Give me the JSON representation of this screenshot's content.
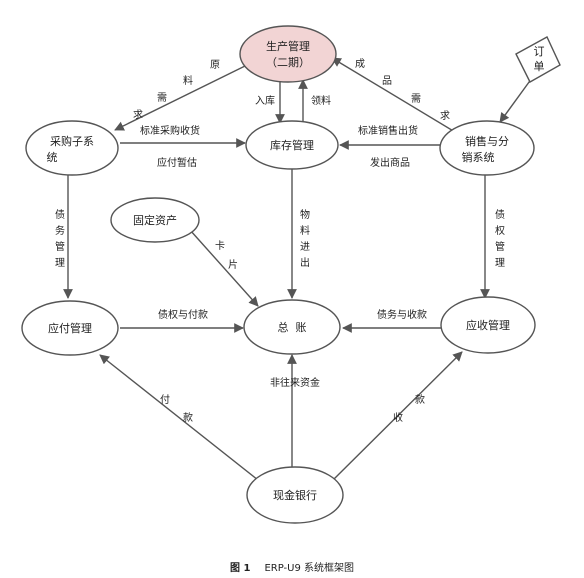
{
  "nodes": {
    "production": {
      "line1": "生产管理",
      "line2": "（二期）"
    },
    "purchasing": {
      "line1": "采购子系",
      "line2": "统"
    },
    "inventory": {
      "line1": "库存管理"
    },
    "sales": {
      "line1": "销售与分",
      "line2": "销系统"
    },
    "order": {
      "line1": "订",
      "line2": "单"
    },
    "fixed_assets": {
      "line1": "固定资产"
    },
    "payables": {
      "line1": "应付管理"
    },
    "ledger": {
      "line1": "总  账"
    },
    "receivables": {
      "line1": "应收管理"
    },
    "cash_bank": {
      "line1": "现金银行"
    }
  },
  "edges": {
    "raw_material_req": [
      "原",
      "料",
      "需",
      "求"
    ],
    "finished_goods_req": [
      "成",
      "品",
      "需",
      "求"
    ],
    "inbound": "入库",
    "material_pick": "领料",
    "std_purchase_receipt": "标准采购收货",
    "payable_estimate": "应付暂估",
    "std_sales_shipment": "标准销售出货",
    "goods_shipped": "发出商品",
    "debt_mgmt": [
      "债",
      "务",
      "管",
      "理"
    ],
    "credit_mgmt": [
      "债",
      "权",
      "管",
      "理"
    ],
    "material_flow": [
      "物",
      "料",
      "进",
      "出"
    ],
    "card": [
      "卡",
      "片"
    ],
    "credit_and_payment": "债权与付款",
    "debt_and_receipt": "债务与收款",
    "non_trade_funds": "非往来资金",
    "payment": [
      "付",
      "款"
    ],
    "receipt": [
      "款",
      "收"
    ]
  },
  "caption": {
    "figure": "图 1",
    "title": "ERP-U9 系统框架图"
  },
  "colors": {
    "production_fill": "#f2d4d4",
    "node_fill": "#ffffff",
    "stroke": "#555555"
  }
}
